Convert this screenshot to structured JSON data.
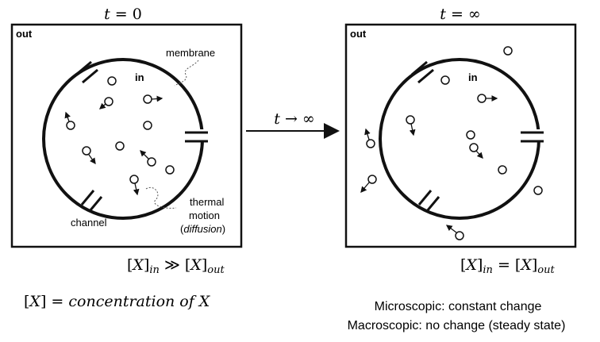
{
  "left_panel": {
    "time_label": "t = 0",
    "out_label": "out",
    "in_label": "in",
    "membrane_label": "membrane",
    "channel_label": "channel",
    "thermal_label_1": "thermal",
    "thermal_label_2": "motion",
    "thermal_label_3": "(diffusion)",
    "relation": "[X]in ≫ [X]out"
  },
  "right_panel": {
    "time_label": "t = ∞",
    "out_label": "out",
    "in_label": "in",
    "relation": "[X]in = [X]out"
  },
  "transition_label": "t → ∞",
  "definition": "[X] = concentration of X",
  "summary": {
    "line1": "Microscopic: constant change",
    "line2": "Macroscopic: no change (steady state)"
  }
}
